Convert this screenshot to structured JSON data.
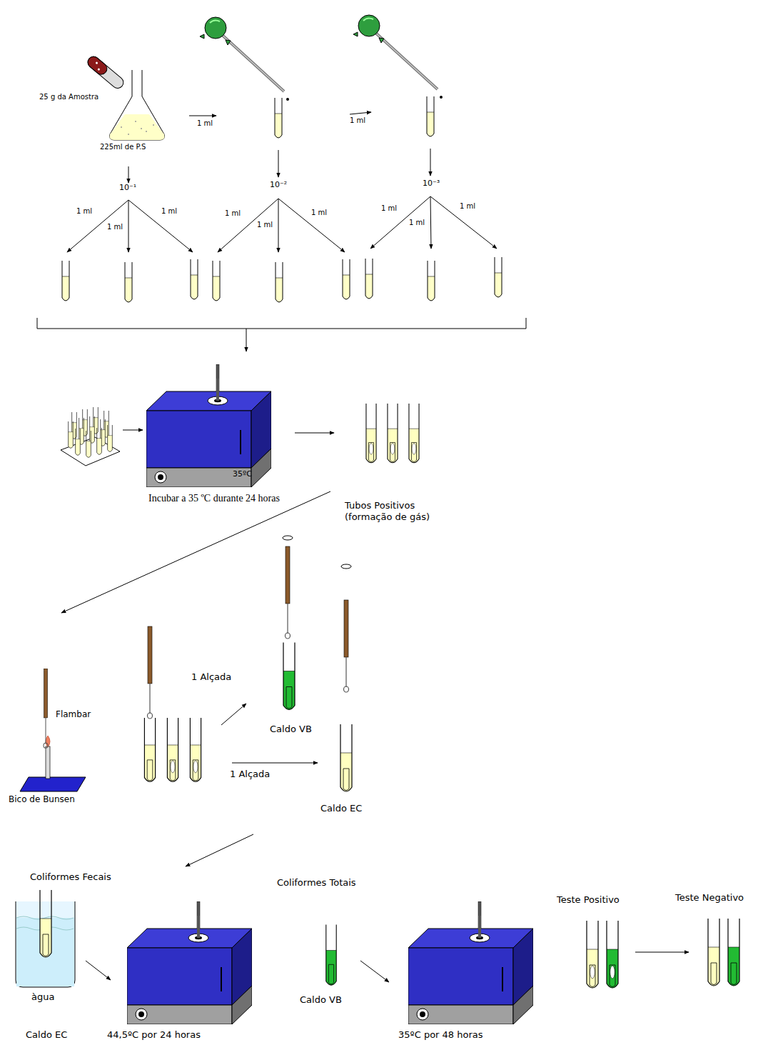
{
  "diagram": {
    "nodes": [
      {
        "text": [
          "35ºC"
        ]
      }
    ],
    "labels": [
      "25 g da Amostra",
      "225ml de P.S",
      "1 ml",
      "1 ml",
      "10⁻¹",
      "10⁻²",
      "10⁻³",
      "1 ml",
      "1 ml",
      "1 ml",
      "1 ml",
      "1 ml",
      "1 ml",
      "1 ml",
      "1 ml",
      "1 ml",
      "Incubar a 35 ºC durante 24 horas",
      "Tubos Positivos (formação de gás)",
      "Flambar",
      "Bico de Bunsen",
      "1 Alçada",
      "Caldo VB",
      "1 Alçada",
      "Caldo EC",
      "Coliformes Fecais",
      "Coliformes Totais",
      "Teste Positivo",
      "Teste Negativo",
      "àgua",
      "Caldo VB",
      "Caldo EC",
      "44,5ºC por 24 horas",
      "35ºC por 48 horas"
    ]
  }
}
